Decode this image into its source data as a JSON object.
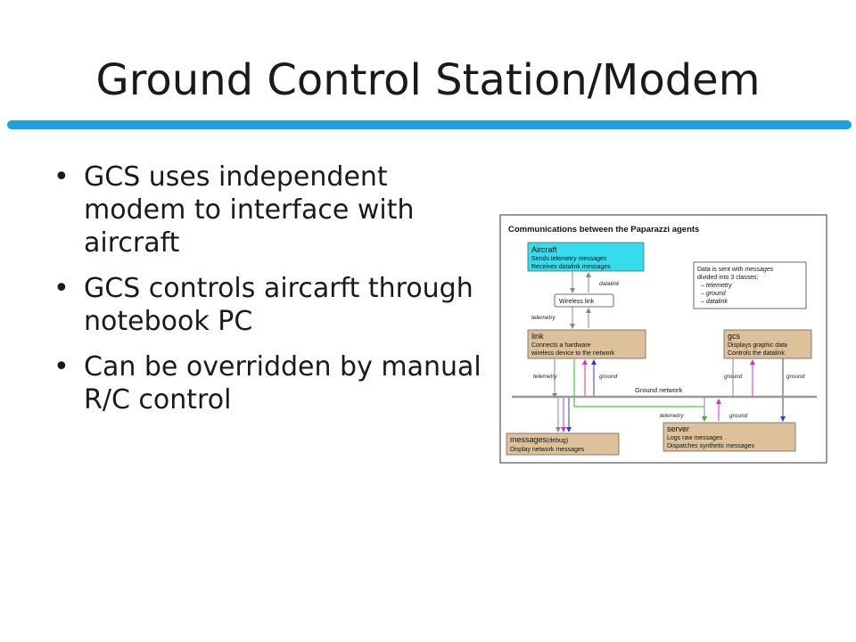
{
  "slide": {
    "title": "Ground Control Station/Modem",
    "bullets": [
      "GCS uses independent modem to interface with aircraft",
      "GCS controls aircarft through notebook PC",
      "Can be overridden by manual R/C control"
    ],
    "bullet_glyph": "•"
  },
  "colors": {
    "rule": "#1ba1e2",
    "aircraft_box": "#33ddee",
    "agent_box": "#dcc19a",
    "link_green": "#22bb22",
    "link_magenta": "#cc33cc",
    "link_blue": "#2244cc"
  },
  "diagram": {
    "heading": "Communications between the Paparazzi agents",
    "aircraft": {
      "name": "Aircraft",
      "line1": "Sends telemetry messages",
      "line2": "Receives datalink messages"
    },
    "note": {
      "line1": "Data is sent with",
      "line1b": "messages",
      "line2": "divided into 3 classes:",
      "c1": "– telemetry",
      "c2": "– ground",
      "c3": "– datalink"
    },
    "wireless": "Wireless link",
    "datalink_label": "datalink",
    "telemetry_label": "telemetry",
    "link": {
      "name": "link",
      "line1": "Connects a hardware",
      "line2": "wireless device to the network"
    },
    "gcs": {
      "name": "gcs",
      "line1": "Displays graphic data",
      "line2": "Controls the datalink"
    },
    "bus_labels": {
      "telemetry": "telemetry",
      "ground1": "ground",
      "ground2": "ground",
      "ground3": "ground"
    },
    "network": "Ground network",
    "lower_labels": {
      "telemetry": "telemetry",
      "ground": "ground"
    },
    "messages": {
      "name": "messages",
      "suffix": "(debug)",
      "line1": "Display network messages"
    },
    "server": {
      "name": "server",
      "line1": "Logs raw messages",
      "line2": "Dispatches synthetic messages"
    }
  }
}
